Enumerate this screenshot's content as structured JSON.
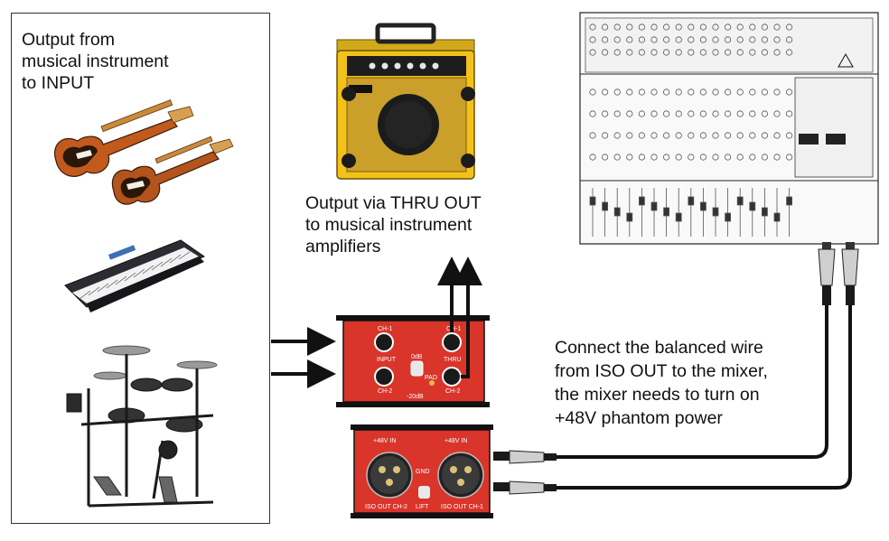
{
  "captions": {
    "input_lines": [
      "Output from",
      "musical instrument",
      "to INPUT"
    ],
    "thru_lines": [
      "Output via THRU OUT",
      "to musical instrument",
      "amplifiers"
    ],
    "iso_lines": [
      "Connect the balanced wire",
      "from ISO OUT to the mixer,",
      "the mixer needs to turn on",
      "+48V phantom power"
    ]
  },
  "front_panel": {
    "ch1_left": "CH-1",
    "input": "INPUT",
    "ch2_left": "CH-2",
    "pad_0db": "0dB",
    "pad": "PAD",
    "pad_20db": "-20dB",
    "ch1_right": "CH-1",
    "thru": "THRU",
    "ch2_right": "CH-2"
  },
  "rear_panel": {
    "phantom_left": "+48V IN",
    "phantom_right": "+48V IN",
    "gnd": "GND",
    "lift": "LIFT",
    "iso_left": "ISO OUT CH-2",
    "iso_right": "ISO OUT CH-1"
  },
  "colors": {
    "panel_red": "#d9352a",
    "line": "#111111",
    "amp_yellow": "#f2c21a"
  }
}
